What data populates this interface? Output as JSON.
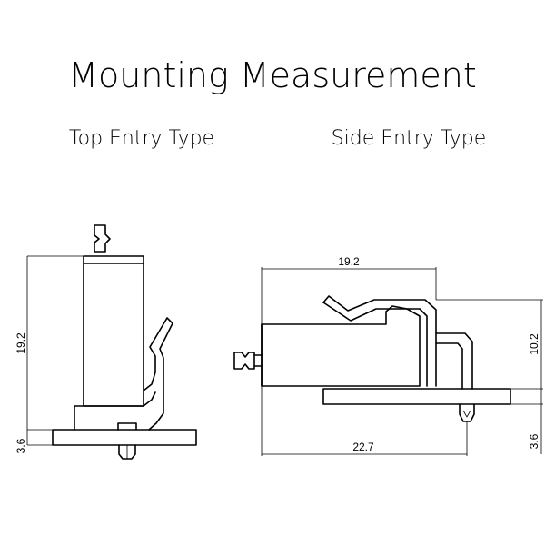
{
  "title": "Mounting Measurement",
  "top_entry": {
    "label": "Top Entry Type",
    "dim_height": "19.2",
    "dim_base": "3.6"
  },
  "side_entry": {
    "label": "Side Entry Type",
    "dim_width_top": "19.2",
    "dim_width_bottom": "22.7",
    "dim_height": "10.2",
    "dim_base": "3.6"
  }
}
